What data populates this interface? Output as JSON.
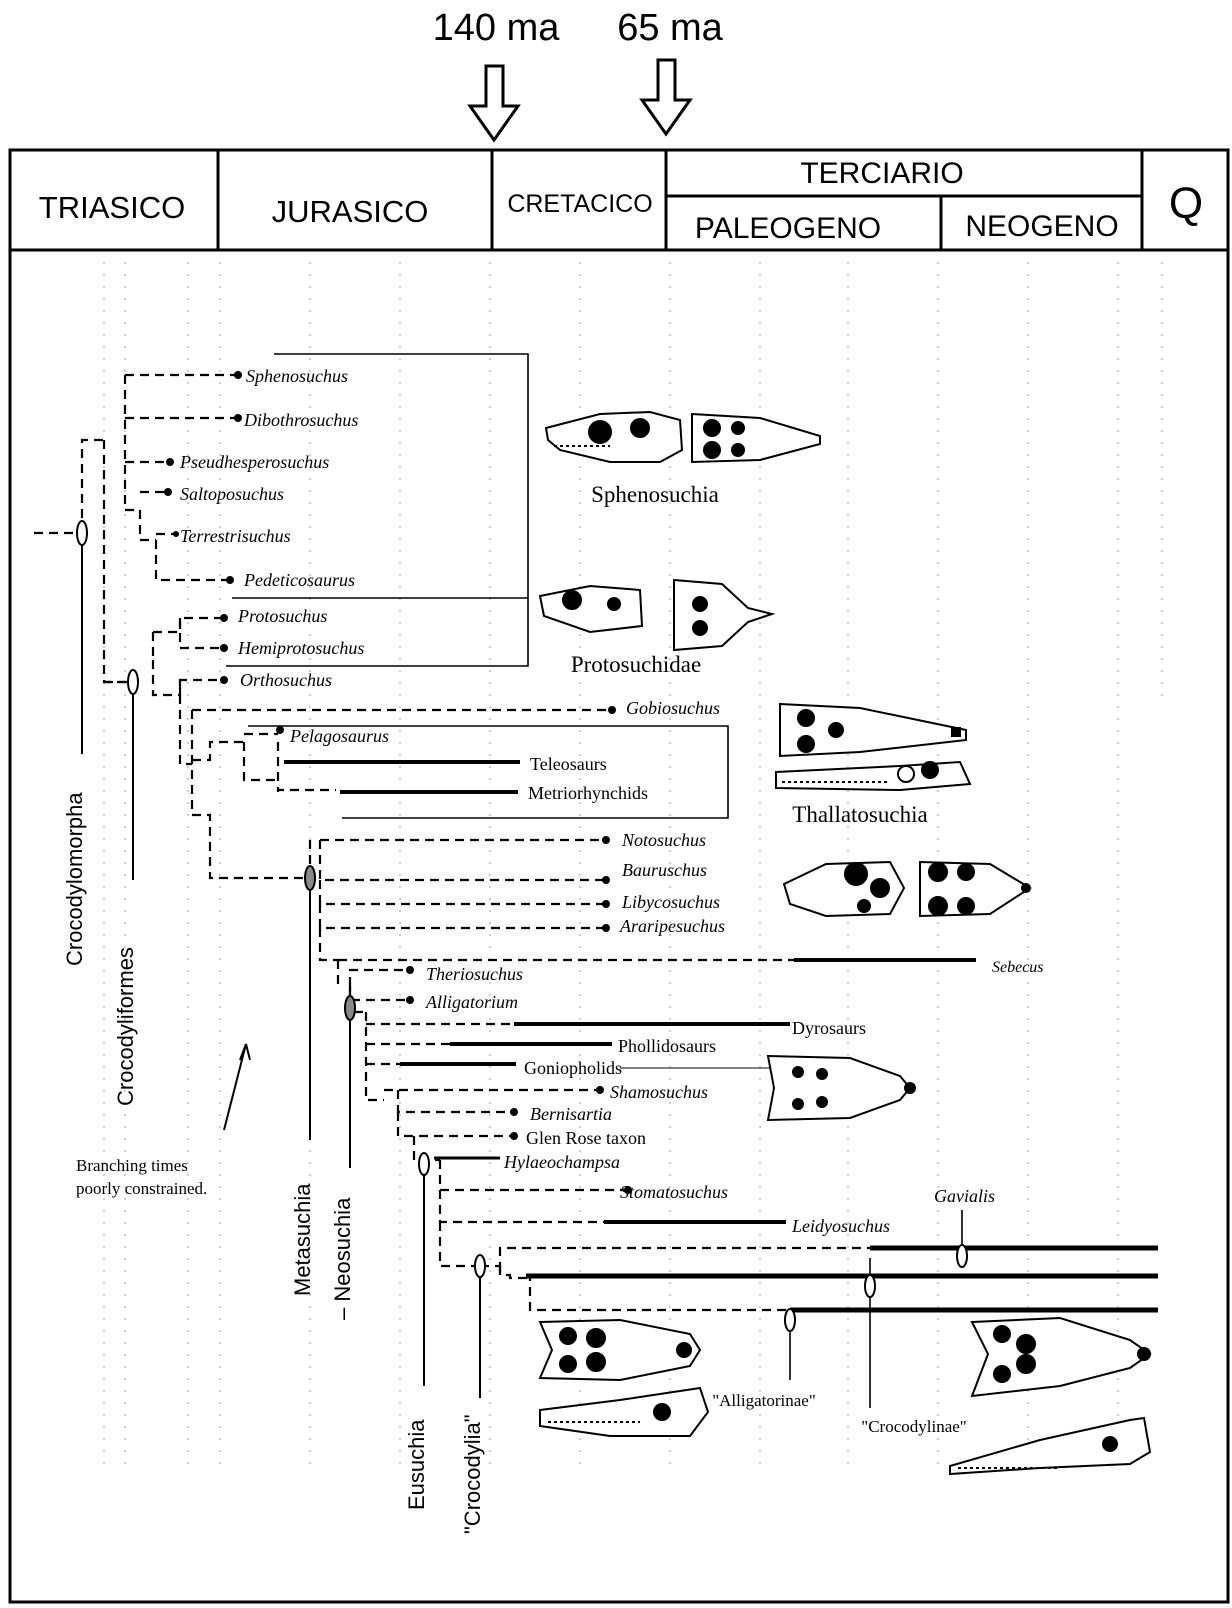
{
  "timeline": {
    "markers": [
      "140 ma",
      "65 ma"
    ],
    "periods": {
      "triasico": "TRIASICO",
      "jurasico": "JURASICO",
      "cretacico": "CRETACICO",
      "terciario": "TERCIARIO",
      "paleogeno": "PALEOGENO",
      "neogeno": "NEOGENO",
      "q": "Q"
    }
  },
  "taxa": {
    "sphenosuchus": "Sphenosuchus",
    "dibothrosuchus": "Dibothrosuchus",
    "pseudhesperosuchus": "Pseudhesperosuchus",
    "saltoposuchus": "Saltoposuchus",
    "terrestrisuchus": "Terrestrisuchus",
    "pedeticosaurus": "Pedeticosaurus",
    "protosuchus": "Protosuchus",
    "hemiprotosuchus": "Hemiprotosuchus",
    "orthosuchus": "Orthosuchus",
    "gobiosuchus": "Gobiosuchus",
    "pelagosaurus": "Pelagosaurus",
    "teleosaurs": "Teleosaurs",
    "metriorhynchids": "Metriorhynchids",
    "notosuchus": "Notosuchus",
    "bauruschus": "Bauruschus",
    "libycosuchus": "Libycosuchus",
    "araripesuchus": "Araripesuchus",
    "sebecus": "Sebecus",
    "theriosuchus": "Theriosuchus",
    "alligatorium": "Alligatorium",
    "dyrosaurs": "Dyrosaurs",
    "phollidosaurs": "Phollidosaurs",
    "goniopholids": "Goniopholids",
    "shamosuchus": "Shamosuchus",
    "bernisartia": "Bernisartia",
    "glen_rose": "Glen Rose taxon",
    "hylaeochampsa": "Hylaeochampsa",
    "stomatosuchus": "Stomatosuchus",
    "leidyosuchus": "Leidyosuchus",
    "gavialis": "Gavialis"
  },
  "groups": {
    "sphenosuchia": "Sphenosuchia",
    "protosuchidae": "Protosuchidae",
    "thallatosuchia": "Thallatosuchia",
    "alligatorinae": "\"Alligatorinae\"",
    "crocodylinae": "\"Crocodylinae\""
  },
  "clades": {
    "crocodylomorpha": "Crocodylomorpha",
    "crocodyliformes": "Crocodyliformes",
    "metasuchia": "Metasuchia",
    "neosuchia": "– Neosuchia",
    "eusuchia": "Eusuchia",
    "crocodylia": "\"Crocodylia\""
  },
  "note": {
    "line1": "Branching times",
    "line2": "poorly constrained."
  }
}
